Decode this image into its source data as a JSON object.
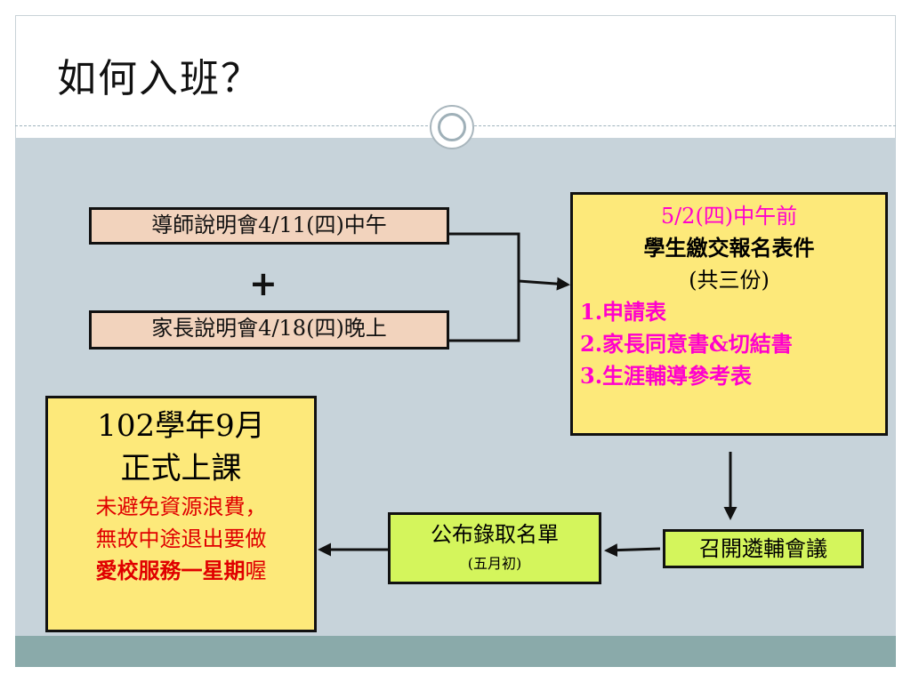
{
  "title": "如何入班？",
  "diagram": {
    "tutor_meeting": "導師說明會4/11(四)中午",
    "plus_sign": "+",
    "parent_meeting": "家長說明會4/18(四)晚上",
    "submission": {
      "deadline": "5/2(四)中午前",
      "heading": "學生繳交報名表件",
      "copies": "(共三份)",
      "items": [
        "1.申請表",
        "2.家長同意書&切結書",
        "3.生涯輔導參考表"
      ]
    },
    "committee_meeting": "召開遴輔會議",
    "announce": {
      "label": "公布錄取名單",
      "timing": "(五月初)"
    },
    "start": {
      "line1": "102學年9月",
      "line2": "正式上課",
      "warn1": "未避免資源浪費，",
      "warn2": "無故中途退出要做",
      "warn3_bold": "愛校服務一星期",
      "warn3_tail": "喔"
    }
  },
  "colors": {
    "tan_box": "#f2d3bd",
    "yellow_box": "#fde97a",
    "green_box": "#d4f55c",
    "pink_text": "#ff00cc",
    "red_text": "#e00000",
    "content_background": "#c7d3da",
    "footer_band": "#8aaaaa"
  }
}
